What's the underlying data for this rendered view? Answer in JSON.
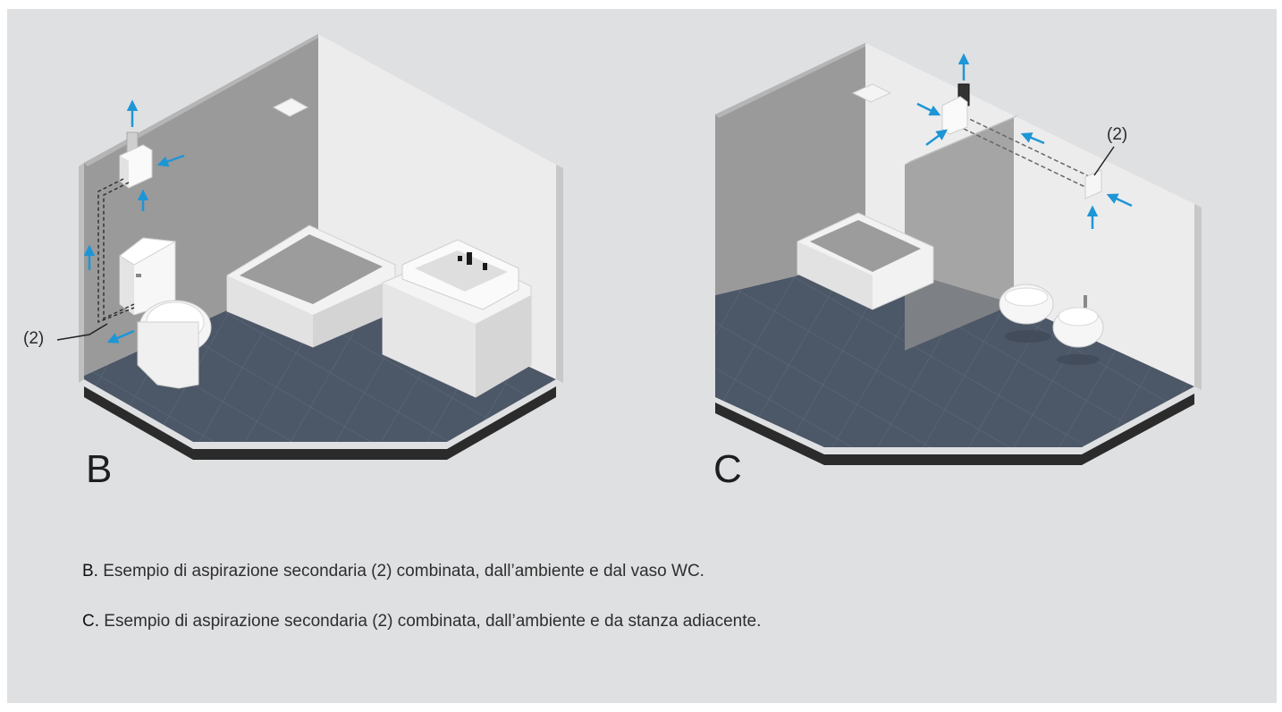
{
  "figures": [
    {
      "letter": "B",
      "callout": "(2)"
    },
    {
      "letter": "C",
      "callout": "(2)"
    }
  ],
  "captions": [
    {
      "key": "B.",
      "text": " Esempio di aspirazione secondaria (2) combinata, dall’ambiente e dal vaso WC."
    },
    {
      "key": "C.",
      "text": " Esempio di aspirazione secondaria (2) combinata, dall’ambiente e da stanza adiacente."
    }
  ],
  "colors": {
    "background": "#dfe0e2",
    "floor": "#4a5564",
    "arrow": "#1e96d6",
    "wall_dark": "#9b9b9b",
    "wall_light": "#ececec"
  }
}
